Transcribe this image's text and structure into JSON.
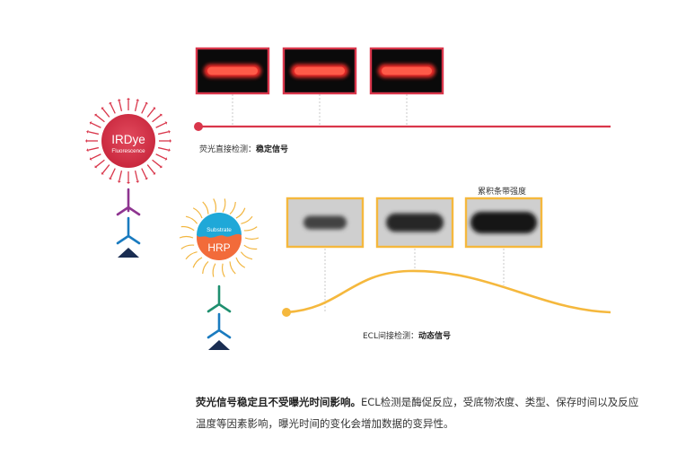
{
  "irdye": {
    "title": "IRDye",
    "subtitle": "Fluorescence",
    "color": "#d9364b"
  },
  "hrp": {
    "substrate_label": "Substrate",
    "enzyme_label": "HRP",
    "enzyme_color": "#f26b3a",
    "substrate_color": "#1fa8d8",
    "ray_color": "#f2b640"
  },
  "antibody_colors": {
    "top_primary": "#8e3590",
    "top_secondary": "#1a7bbf",
    "bottom_primary": "#1f8f6f",
    "bottom_secondary": "#1a7bbf",
    "antigen": "#1a2d52"
  },
  "fluorescence": {
    "label_prefix": "荧光直接检测：",
    "label_bold": "稳定信号",
    "line_color": "#d9364b",
    "bands": [
      1.0,
      1.0,
      1.0
    ]
  },
  "ecl": {
    "label_prefix": "ECL间接检测：",
    "label_bold": "动态信号",
    "accumulate_label": "累积条带强度",
    "line_color": "#f5b83d",
    "bands": [
      0.35,
      0.75,
      1.0
    ]
  },
  "caption": {
    "bold": "荧光信号稳定且不受曝光时间影响。",
    "text": "ECL检测是酶促反应，受底物浓度、类型、保存时间以及反应温度等因素影响，曝光时间的变化会增加数据的变异性。"
  }
}
